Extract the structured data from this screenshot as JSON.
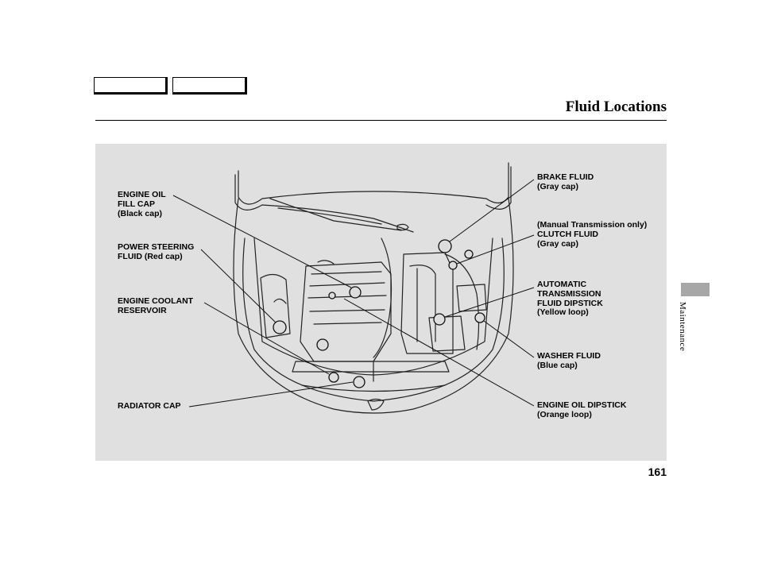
{
  "header": {
    "title": "Fluid Locations"
  },
  "callouts": {
    "engine_oil_fill_cap": [
      "ENGINE OIL",
      "FILL CAP",
      "(Black cap)"
    ],
    "power_steering_fluid": [
      "POWER STEERING",
      "FLUID (Red cap)"
    ],
    "engine_coolant_reservoir": [
      "ENGINE COOLANT",
      "RESERVOIR"
    ],
    "radiator_cap": [
      "RADIATOR CAP"
    ],
    "brake_fluid": [
      "BRAKE FLUID",
      "(Gray cap)"
    ],
    "clutch_fluid": [
      "(Manual Transmission only)",
      "CLUTCH FLUID",
      "(Gray cap)"
    ],
    "atf_dipstick": [
      "AUTOMATIC",
      "TRANSMISSION",
      "FLUID DIPSTICK",
      "(Yellow loop)"
    ],
    "washer_fluid": [
      "WASHER FLUID",
      "(Blue cap)"
    ],
    "engine_oil_dipstick": [
      "ENGINE OIL DIPSTICK",
      "(Orange loop)"
    ]
  },
  "footer": {
    "page_number": "161",
    "section_tab": "Maintenance"
  }
}
